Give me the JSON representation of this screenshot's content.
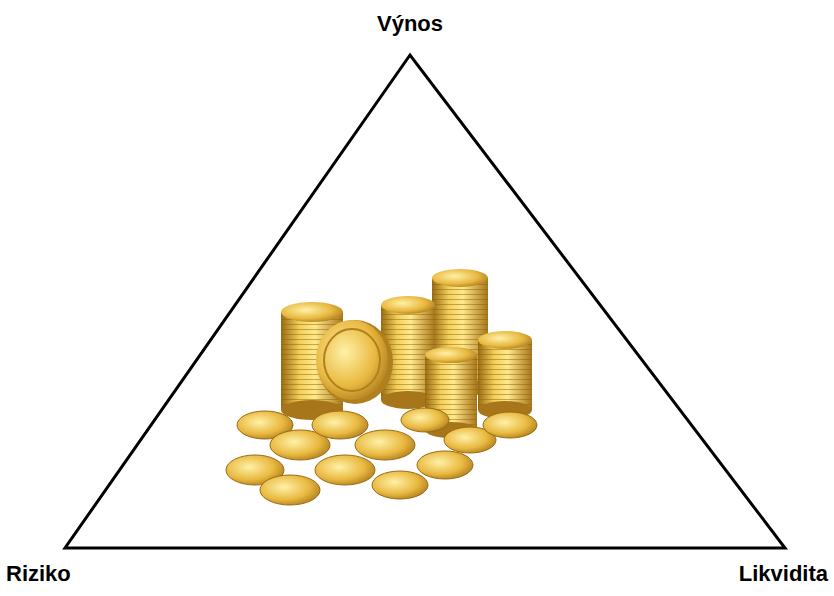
{
  "diagram": {
    "labels": [
      "Výnos",
      "Riziko",
      "Likvidita"
    ]
  }
}
